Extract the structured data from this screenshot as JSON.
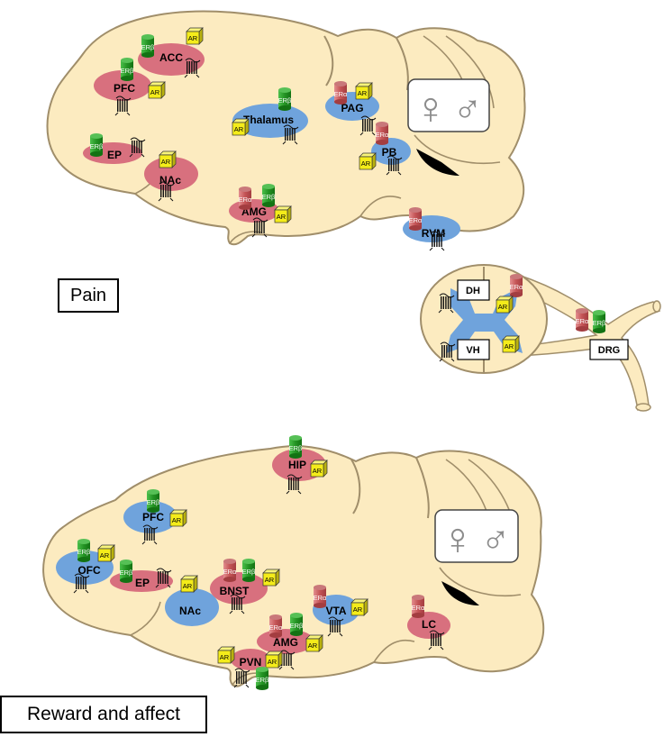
{
  "panels": {
    "pain": {
      "title": "Pain"
    },
    "reward": {
      "title": "Reward and affect"
    }
  },
  "receptors": {
    "er_alpha": "ERα",
    "er_beta": "ERβ",
    "ar": "AR"
  },
  "sex_symbols": {
    "female": "♀",
    "male": "♂"
  },
  "pain_regions": [
    "ACC",
    "PFC",
    "Thalamus",
    "PAG",
    "EP",
    "NAc",
    "PB",
    "AMG",
    "RVM"
  ],
  "spinal": {
    "dorsal_horn": "DH",
    "ventral_horn": "VH",
    "ganglion": "DRG"
  },
  "reward_regions": [
    "HIP",
    "PFC",
    "OFC",
    "EP",
    "NAc",
    "BNST",
    "VTA",
    "LC",
    "AMG",
    "PVN"
  ],
  "colors": {
    "brain": "#fcebc0",
    "brain_outline": "#a08e6a",
    "region_red": "#d8707e",
    "region_blue": "#6fa3dc",
    "er_alpha": "#b84a4c",
    "er_beta": "#2e9b2e",
    "ar": "#f4ec1a",
    "symbol_grey": "#8c8c8c"
  }
}
